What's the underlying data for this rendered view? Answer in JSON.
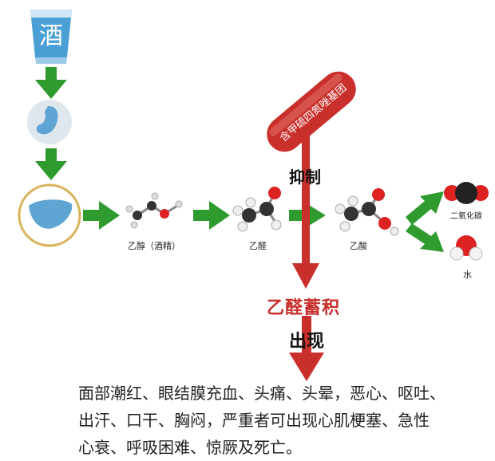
{
  "cup": {
    "label": "酒"
  },
  "compounds": {
    "ethanol": "乙醇（酒精）",
    "acetaldehyde": "乙醛",
    "acetic_acid": "乙酸",
    "co2": "二氧化碳",
    "water": "水"
  },
  "inhibitor": {
    "label": "含甲硫四氮唑基团"
  },
  "inhibit_text": "抑制",
  "accumulation_text": "乙醛蓄积",
  "appear_text": "出现",
  "symptoms": [
    "面部潮红、眼结膜充血、头痛、头晕，恶心、呕吐、",
    "出汗、口干、胸闷，严重者可出现心肌梗塞、急性",
    "心衰、呼吸困难、惊厥及死亡。"
  ],
  "colors": {
    "arrow_green": "#2f9b2f",
    "inhibit_red": "#c9302c",
    "organ_blue": "#5ea5d3",
    "liver_ring": "#d9b25a"
  }
}
